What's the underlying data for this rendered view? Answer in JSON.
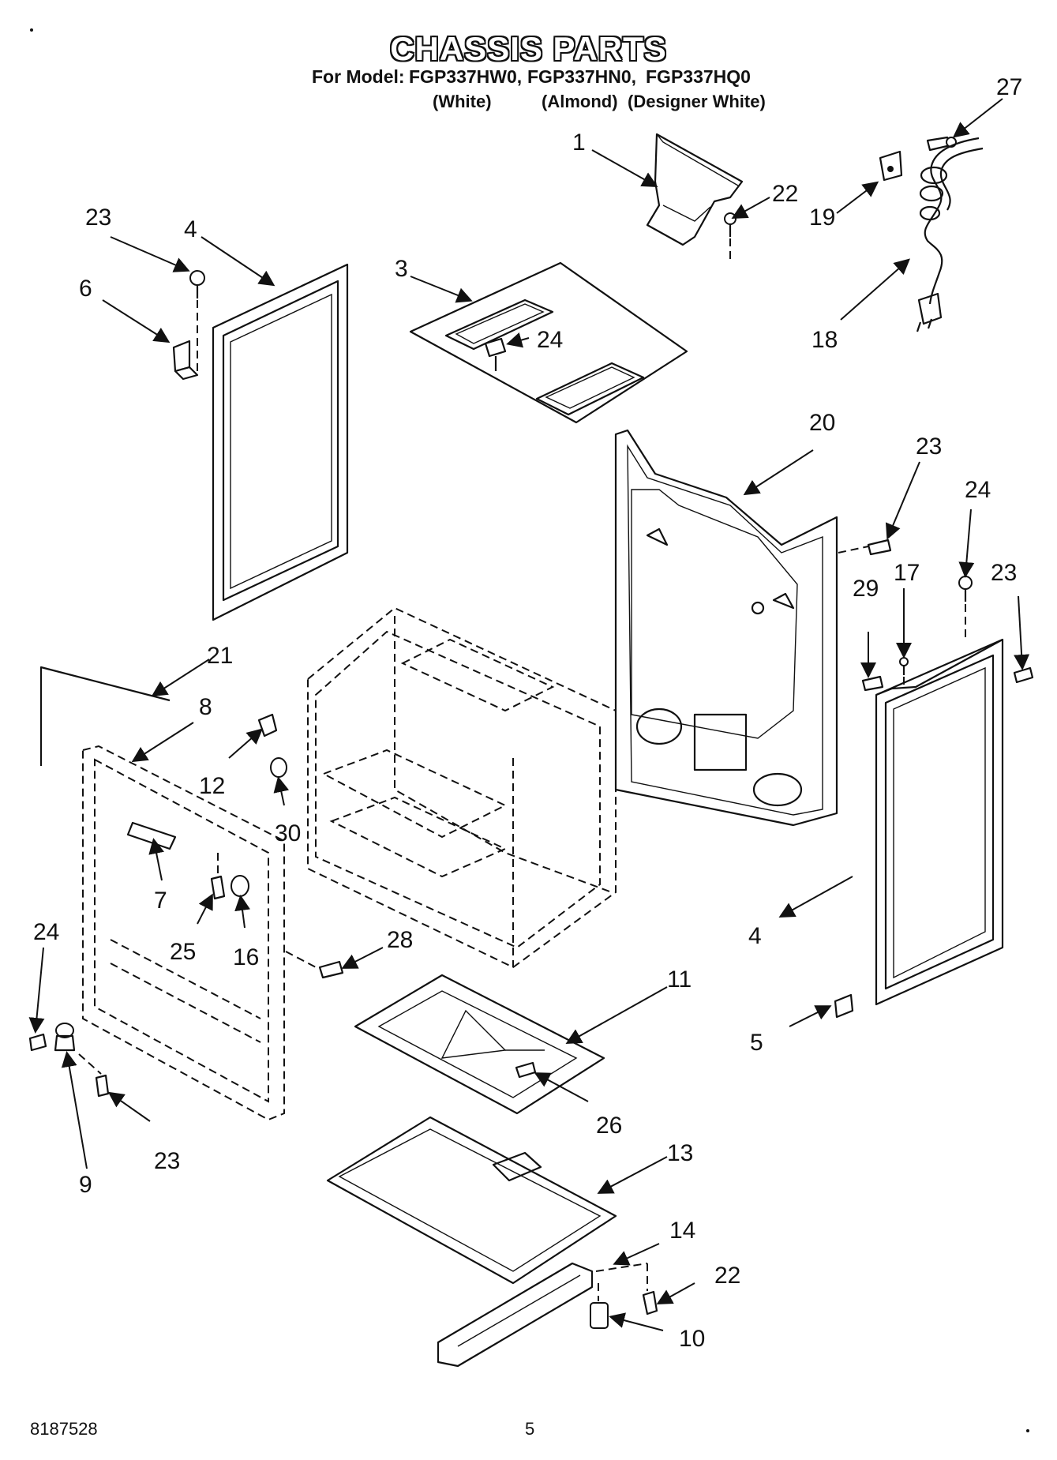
{
  "header": {
    "title": "CHASSIS PARTS",
    "model_prefix": "For Model: ",
    "models": [
      "FGP337HW0,",
      "FGP337HN0,",
      "FGP337HQ0"
    ],
    "variants": [
      "(White)",
      "(Almond)",
      "(Designer White)"
    ]
  },
  "callouts": {
    "p1": "1",
    "p22a": "22",
    "p27": "27",
    "p19": "19",
    "p18": "18",
    "p23a": "23",
    "p4a": "4",
    "p6": "6",
    "p3": "3",
    "p24a": "24",
    "p20": "20",
    "p23b": "23",
    "p24b": "24",
    "p29": "29",
    "p17": "17",
    "p23c": "23",
    "p21": "21",
    "p8": "8",
    "p12": "12",
    "p30": "30",
    "p7": "7",
    "p25": "25",
    "p16": "16",
    "p24c": "24",
    "p28": "28",
    "p11": "11",
    "p4b": "4",
    "p5": "5",
    "p9": "9",
    "p23d": "23",
    "p26": "26",
    "p13": "13",
    "p14": "14",
    "p22b": "22",
    "p10": "10"
  },
  "footer": {
    "doc_number": "8187528",
    "page_number": "5"
  }
}
